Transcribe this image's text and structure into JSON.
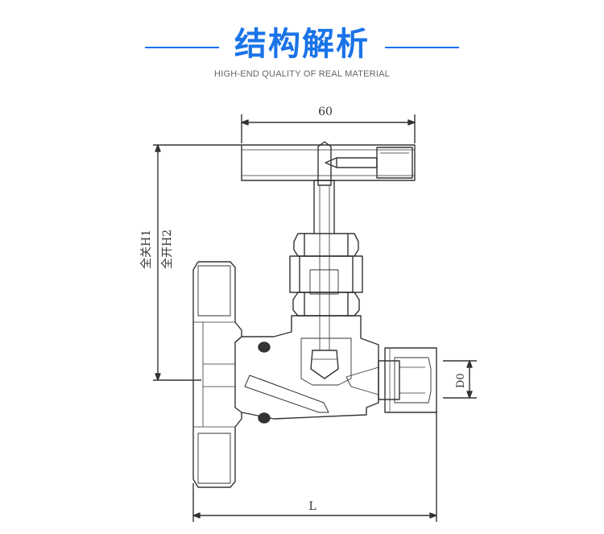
{
  "header": {
    "title": "结构解析",
    "subtitle": "HIGH-END QUALITY OF REAL MATERIAL"
  },
  "colors": {
    "accent": "#1a73e8",
    "line": "#333333",
    "subtitle": "#666666"
  },
  "drawing": {
    "dim_width": "60",
    "dim_height_1": "全关H1",
    "dim_height_2": "全开H2",
    "dim_length": "L",
    "dim_port": "D0"
  }
}
